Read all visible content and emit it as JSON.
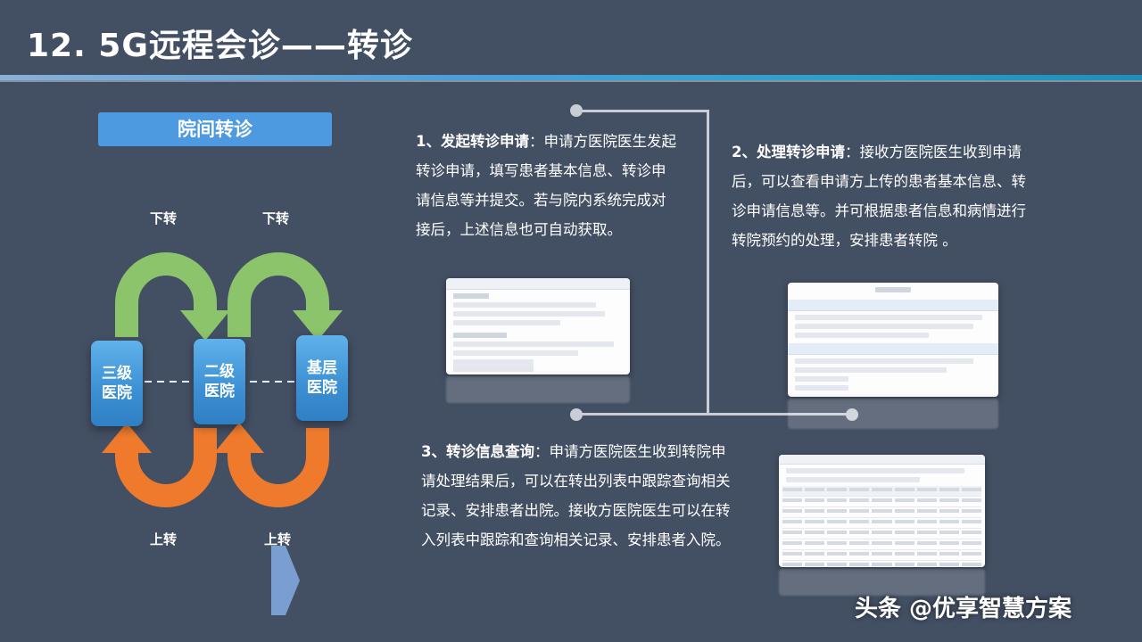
{
  "title": "12. 5G远程会诊——转诊",
  "section_label": "院间转诊",
  "hospitals": [
    {
      "label": "三级\n医院"
    },
    {
      "label": "二级\n医院"
    },
    {
      "label": "基层\n医院"
    }
  ],
  "arrows": {
    "down_1": "下转",
    "down_2": "下转",
    "up_1": "上转",
    "up_2": "上转"
  },
  "colors": {
    "down_arrow": "#8cc46b",
    "up_arrow": "#ef7a2c",
    "hospital": "#3c8fd3",
    "section_label_bg": "#4d9ae0",
    "background": "#434f63"
  },
  "steps": [
    {
      "heading": "1、发起转诊申请",
      "sep": "：",
      "body": "申请方医院医生发起转诊申请，填写患者基本信息、转诊申请信息等并提交。若与院内系统完成对接后，上述信息也可自动获取。"
    },
    {
      "heading": "2、处理转诊申请",
      "sep": "：",
      "body": "接收方医院医生收到申请后，可以查看申请方上传的患者基本信息、转诊申请信息等。并可根据患者信息和病情进行转院预约的处理，安排患者转院 。"
    },
    {
      "heading": "3、转诊信息查询",
      "sep": "：",
      "body": "申请方医院医生收到转院申请处理结果后，可以在转出列表中跟踪查询相关记录、安排患者出院。接收方医院医生可以在转入列表中跟踪和查询相关记录、安排患者入院。"
    }
  ],
  "watermark": "头条 @优享智慧方案",
  "icons": {
    "next": "play-arrow-icon"
  }
}
